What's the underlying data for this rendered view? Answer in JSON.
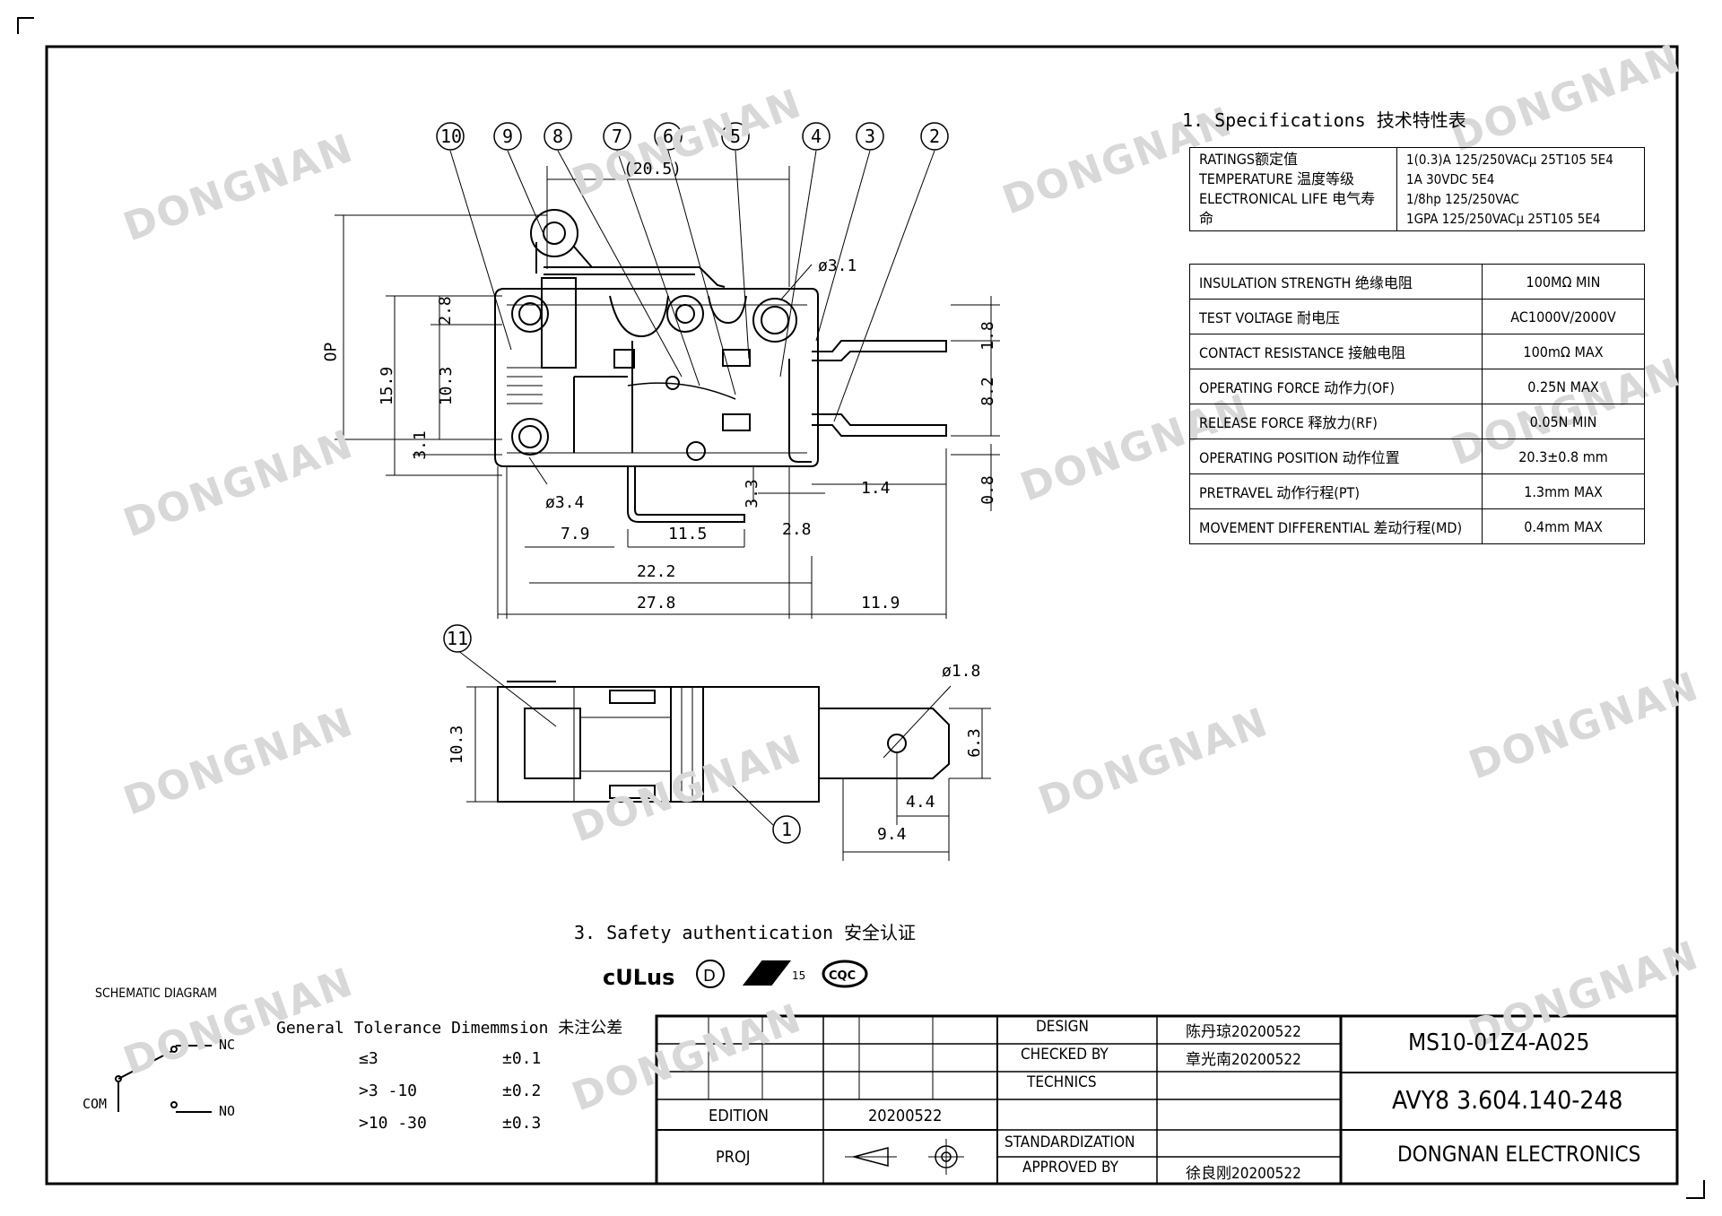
{
  "watermark": "DONGNAN",
  "callouts": [
    "10",
    "9",
    "8",
    "7",
    "6",
    "5",
    "4",
    "3",
    "2",
    "11",
    "1"
  ],
  "dimensions": {
    "w20_5": "(20.5)",
    "d3_1": "ø3.1",
    "op": "OP",
    "v15_9": "15.9",
    "v10_3": "10.3",
    "v2_8": "2.8",
    "v3_1": "3.1",
    "d3_4": "ø3.4",
    "v7_9": "7.9",
    "v11_5": "11.5",
    "v2_8b": "2.8",
    "v3_3": "3.3",
    "v1_4": "1.4",
    "v22_2": "22.2",
    "v27_8": "27.8",
    "v11_9": "11.9",
    "v1_8": "1.8",
    "v8_2": "8.2",
    "v0_8": "0.8",
    "side_10_3": "10.3",
    "d1_8": "ø1.8",
    "v6_3": "6.3",
    "v4_4": "4.4",
    "v9_4": "9.4"
  },
  "specs": {
    "title": "1. Specifications  技术特性表",
    "ratings_labels": [
      "RATINGS额定值",
      "TEMPERATURE 温度等级",
      "ELECTRONICAL LIFE 电气寿命"
    ],
    "ratings_values": [
      "1(0.3)A 125/250VACμ 25T105 5E4",
      "1A 30VDC  5E4",
      "1/8hp 125/250VAC",
      "1GPA 125/250VACμ 25T105 5E4"
    ],
    "rows": [
      {
        "label": "INSULATION STRENGTH 绝缘电阻",
        "value": "100MΩ MIN"
      },
      {
        "label": "TEST VOLTAGE 耐电压",
        "value": "AC1000V/2000V"
      },
      {
        "label": "CONTACT RESISTANCE 接触电阻",
        "value": "100mΩ MAX"
      },
      {
        "label": "OPERATING FORCE 动作力(OF)",
        "value": "0.25N MAX"
      },
      {
        "label": "RELEASE FORCE 释放力(RF)",
        "value": "0.05N MIN"
      },
      {
        "label": "OPERATING POSITION 动作位置",
        "value": "20.3±0.8 mm"
      },
      {
        "label": "PRETRAVEL 动作行程(PT)",
        "value": "1.3mm MAX"
      },
      {
        "label": "MOVEMENT DIFFERENTIAL 差动行程(MD)",
        "value": "0.4mm MAX"
      }
    ]
  },
  "safety": {
    "title": "3. Safety authentication  安全认证",
    "marks": [
      "cULus",
      "D",
      "ENEC 15",
      "CQC"
    ]
  },
  "schematic": {
    "title": "SCHEMATIC DIAGRAM",
    "nc": "NC",
    "no": "NO",
    "com": "COM"
  },
  "tolerance": {
    "title": "General Tolerance Dimemmsion 未注公差",
    "rows": [
      {
        "range": "≤3",
        "tol": "±0.1"
      },
      {
        "range": ">3 -10",
        "tol": "±0.2"
      },
      {
        "range": ">10 -30",
        "tol": "±0.3"
      }
    ]
  },
  "title_block": {
    "design_label": "DESIGN",
    "design_value": "陈丹琼20200522",
    "checked_label": "CHECKED BY",
    "checked_value": "章光南20200522",
    "technics_label": "TECHNICS",
    "standard_label": "STANDARDIZATION",
    "approved_label": "APPROVED BY",
    "approved_value": "徐良刚20200522",
    "edition_label": "EDITION",
    "edition_value": "20200522",
    "proj_label": "PROJ",
    "part_number": "MS10-01Z4-A025",
    "drawing_number": "AVY8 3.604.140-248",
    "company": "DONGNAN ELECTRONICS"
  }
}
